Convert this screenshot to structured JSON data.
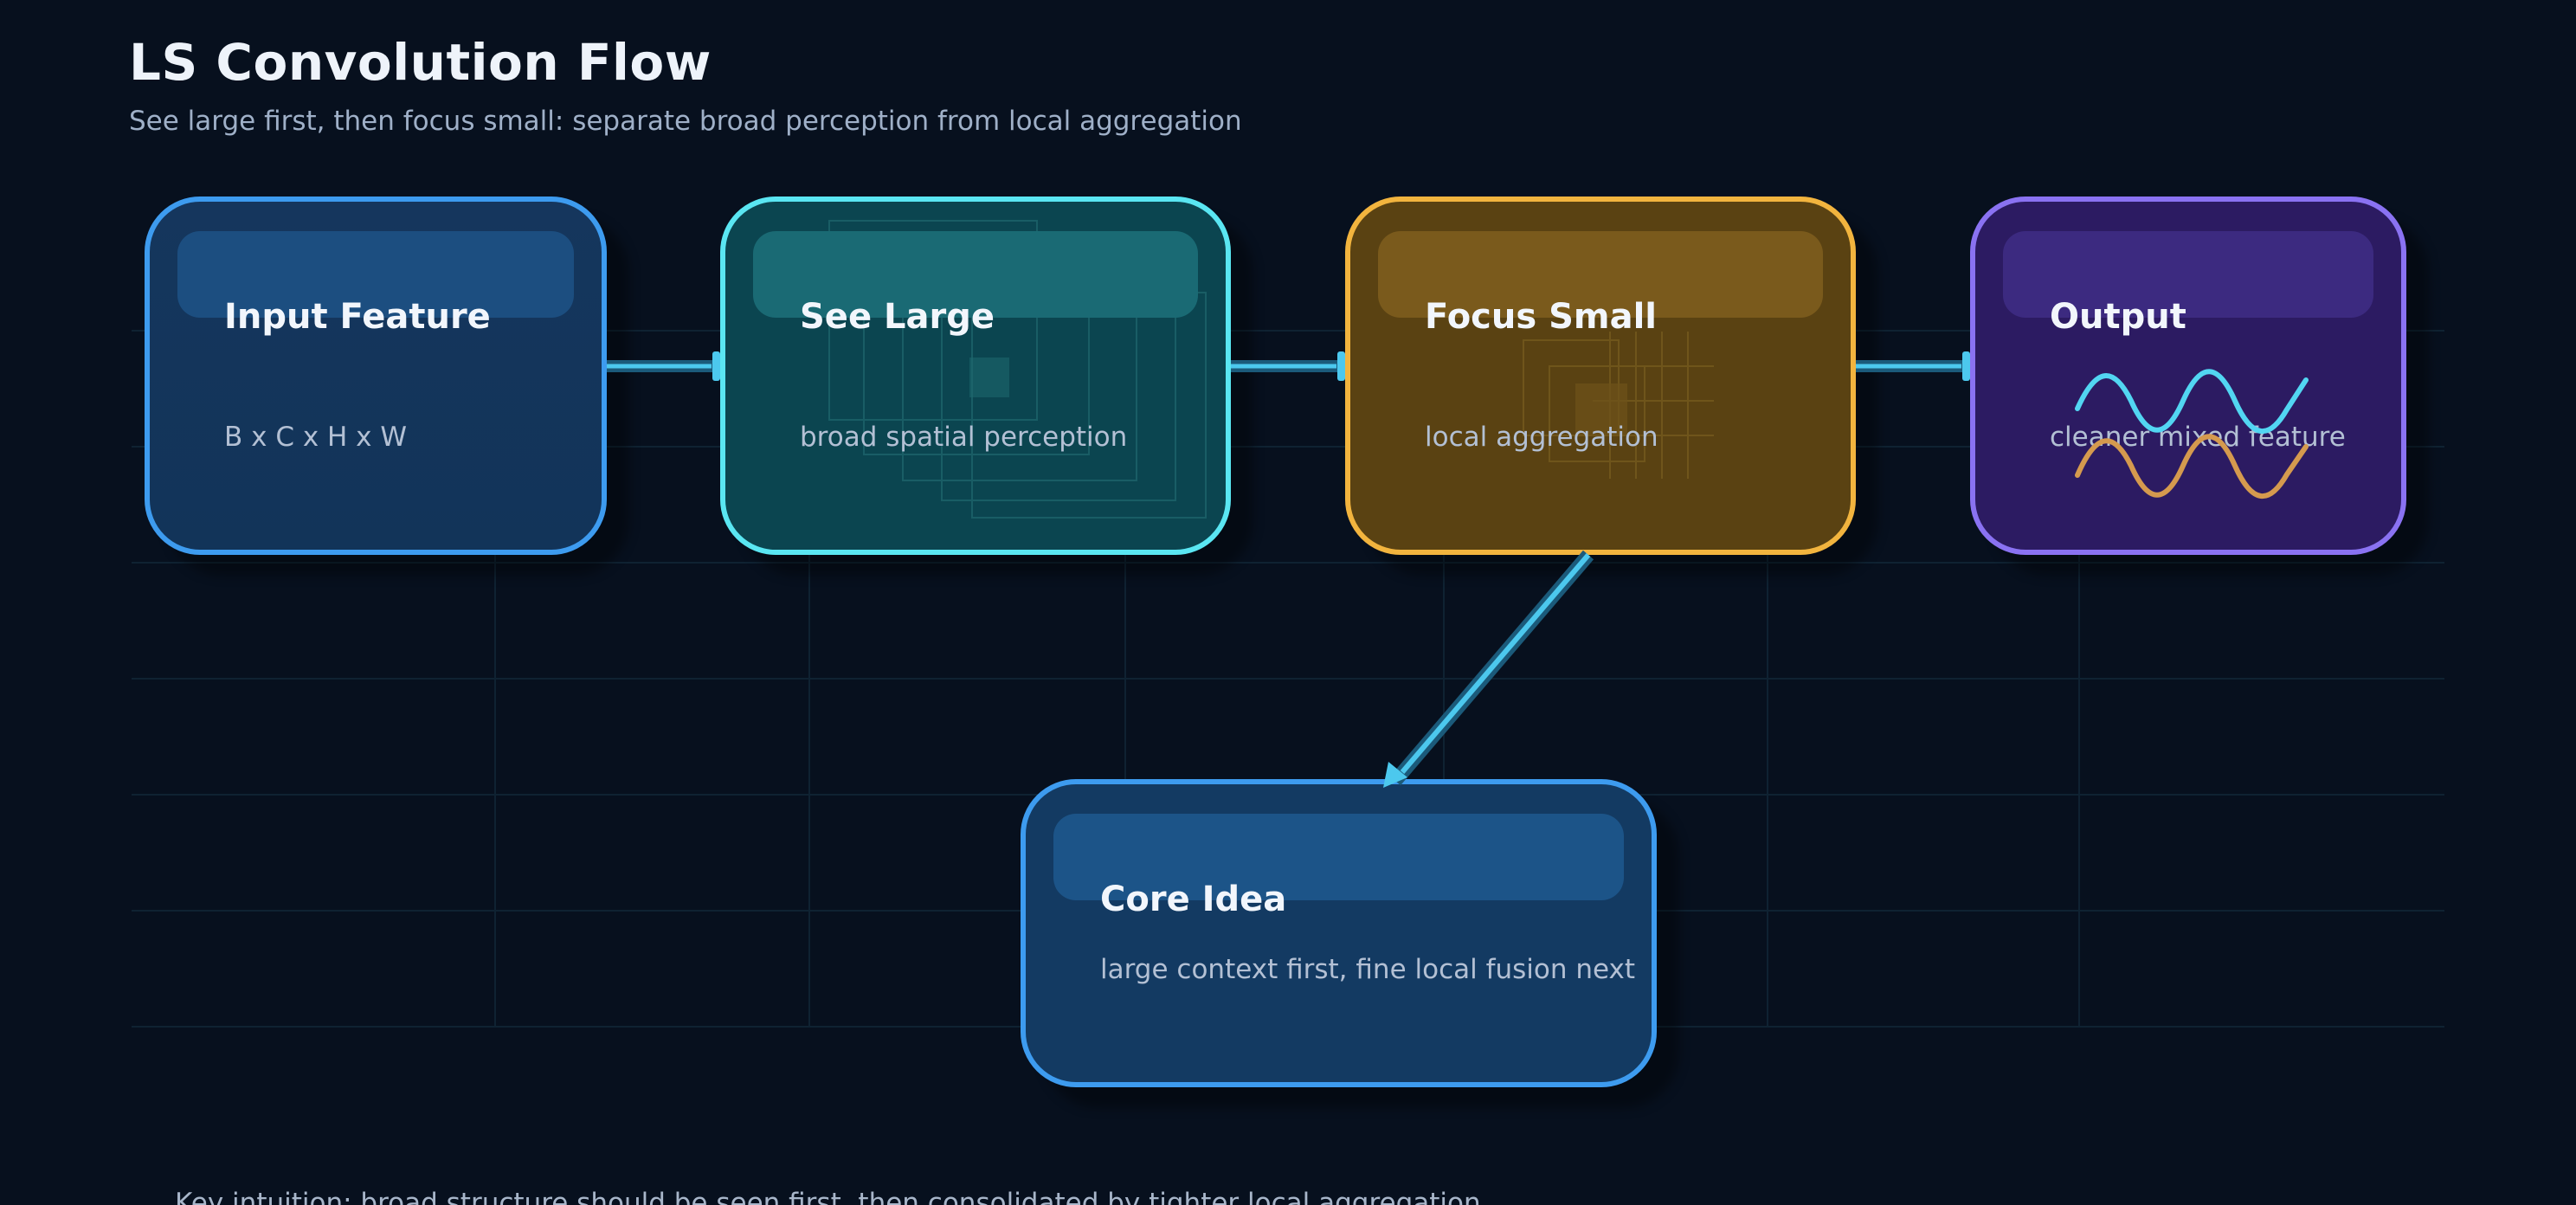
{
  "header": {
    "title": "LS Convolution Flow",
    "subtitle": "See large first, then focus small: separate broad perception from local aggregation"
  },
  "nodes": {
    "input": {
      "title": "Input Feature",
      "desc": "B x C x H x W"
    },
    "see_large": {
      "title": "See Large",
      "desc": "broad spatial perception"
    },
    "focus_small": {
      "title": "Focus Small",
      "desc": "local aggregation"
    },
    "output": {
      "title": "Output",
      "desc": "cleaner mixed feature"
    },
    "core": {
      "title": "Core Idea",
      "desc": "large context first, fine local fusion next"
    }
  },
  "footer": {
    "note": "Key intuition: broad structure should be seen first, then consolidated by tighter local aggregation."
  },
  "colors": {
    "background": "#07101e",
    "blue": "#3d9bef",
    "cyan": "#5ae6f2",
    "amber": "#f2b43e",
    "violet": "#8a72f2",
    "edge": "#4cc8ee",
    "wave_primary": "#52d6f2",
    "wave_secondary": "#d59a4e"
  }
}
